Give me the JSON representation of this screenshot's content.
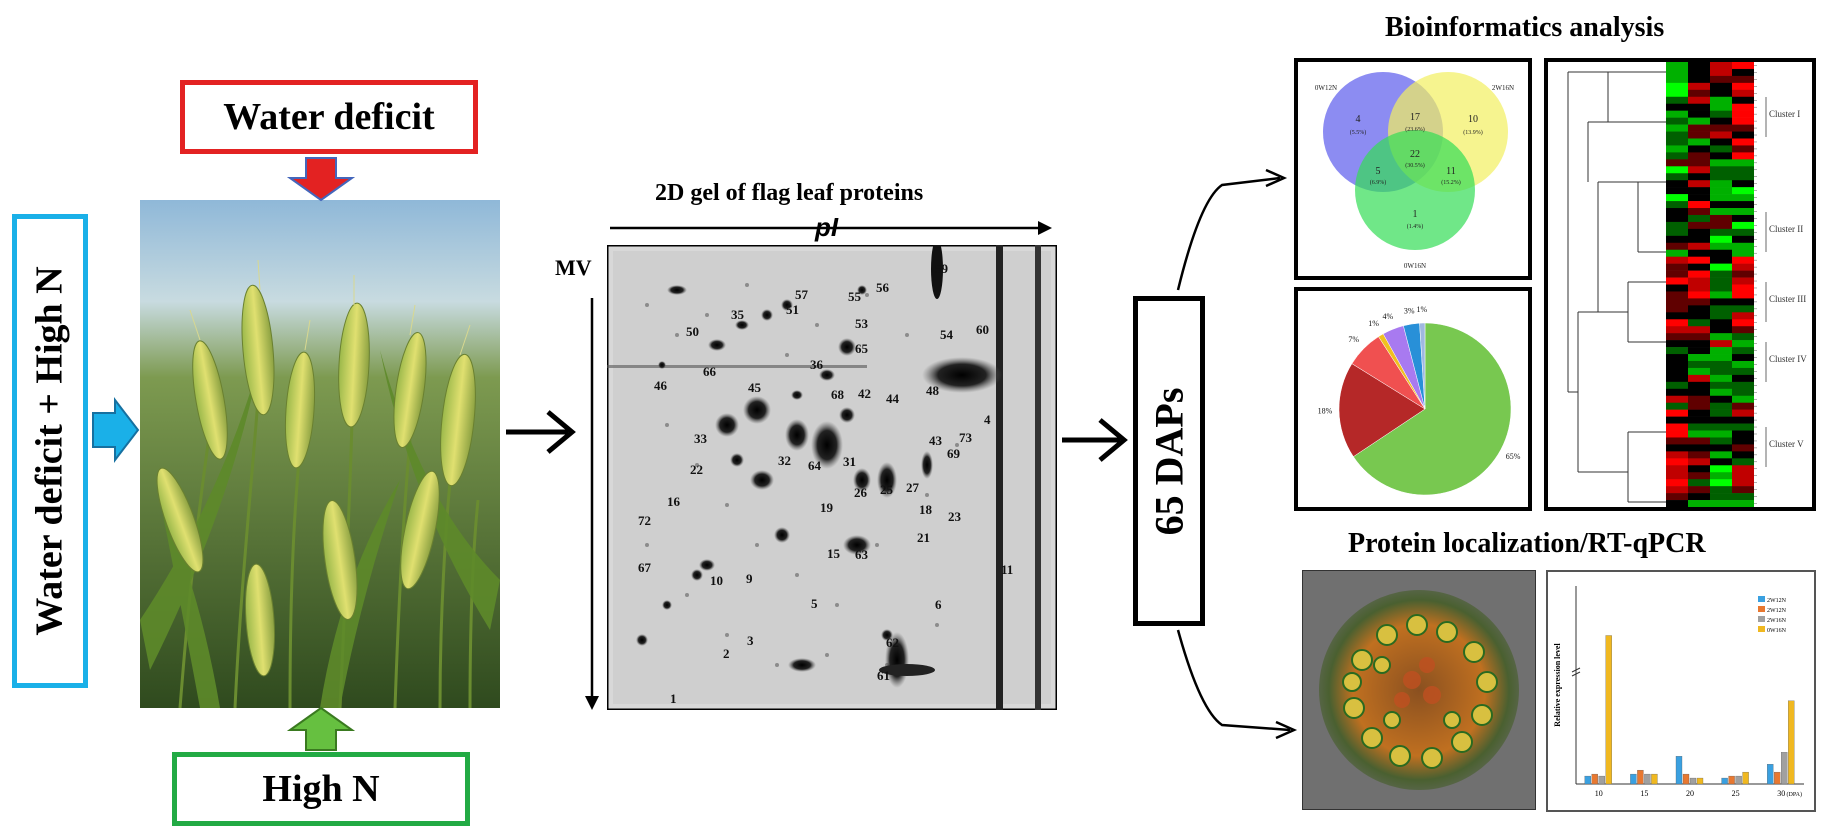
{
  "left_panel": {
    "water_deficit_label": "Water deficit",
    "high_n_label": "High N",
    "combined_label": "Water deficit + High N"
  },
  "gel": {
    "title": "2D gel of flag leaf proteins",
    "pi_label": "pI",
    "mw_label": "MV",
    "spot_numbers": [
      "59",
      "57",
      "55",
      "56",
      "60",
      "53",
      "51",
      "54",
      "50",
      "35",
      "65",
      "66",
      "46",
      "36",
      "45",
      "48",
      "42",
      "68",
      "44",
      "4",
      "33",
      "32",
      "64",
      "31",
      "43",
      "73",
      "69",
      "22",
      "26",
      "25",
      "27",
      "16",
      "19",
      "18",
      "23",
      "72",
      "21",
      "15",
      "63",
      "67",
      "10",
      "9",
      "11",
      "5",
      "6",
      "3",
      "62",
      "2",
      "61",
      "1"
    ]
  },
  "daps_label": "65 DAPs",
  "bioinformatics": {
    "title": "Bioinformatics analysis",
    "venn": {
      "set_labels": [
        "0W12N",
        "2W16N",
        "0W16N"
      ],
      "regions": [
        {
          "count": "4",
          "pct": "(5.5%)"
        },
        {
          "count": "17",
          "pct": "(23.6%)"
        },
        {
          "count": "10",
          "pct": "(13.9%)"
        },
        {
          "count": "22",
          "pct": "(30.5%)"
        },
        {
          "count": "5",
          "pct": "(6.9%)"
        },
        {
          "count": "11",
          "pct": "(15.2%)"
        },
        {
          "count": "1",
          "pct": "(1.4%)"
        }
      ]
    },
    "pie": {
      "slices": [
        {
          "label": "65%",
          "value": 65,
          "color": "#78c850"
        },
        {
          "label": "18%",
          "value": 18,
          "color": "#b52828"
        },
        {
          "label": "7%",
          "value": 7,
          "color": "#f05050"
        },
        {
          "label": "1%",
          "value": 1,
          "color": "#f0c020"
        },
        {
          "label": "4%",
          "value": 4,
          "color": "#a87af0"
        },
        {
          "label": "3%",
          "value": 3,
          "color": "#2890d8"
        },
        {
          "label": "1%",
          "value": 1,
          "color": "#a0b8e0"
        }
      ]
    },
    "heatmap": {
      "clusters": [
        "Cluster I",
        "Cluster II",
        "Cluster III",
        "Cluster IV",
        "Cluster V"
      ]
    }
  },
  "localization": {
    "title": "Protein localization/RT-qPCR",
    "bar_chart": {
      "ylabel": "Relative expression level",
      "categories": [
        "10",
        "15",
        "20",
        "25",
        "30"
      ],
      "xunit": "(DPA)",
      "legend": [
        "2W12N",
        "2W12N",
        "2W16N",
        "0W16N"
      ],
      "colors": [
        "#3aa0e0",
        "#e87830",
        "#a0a0a0",
        "#f0b820"
      ]
    }
  }
}
